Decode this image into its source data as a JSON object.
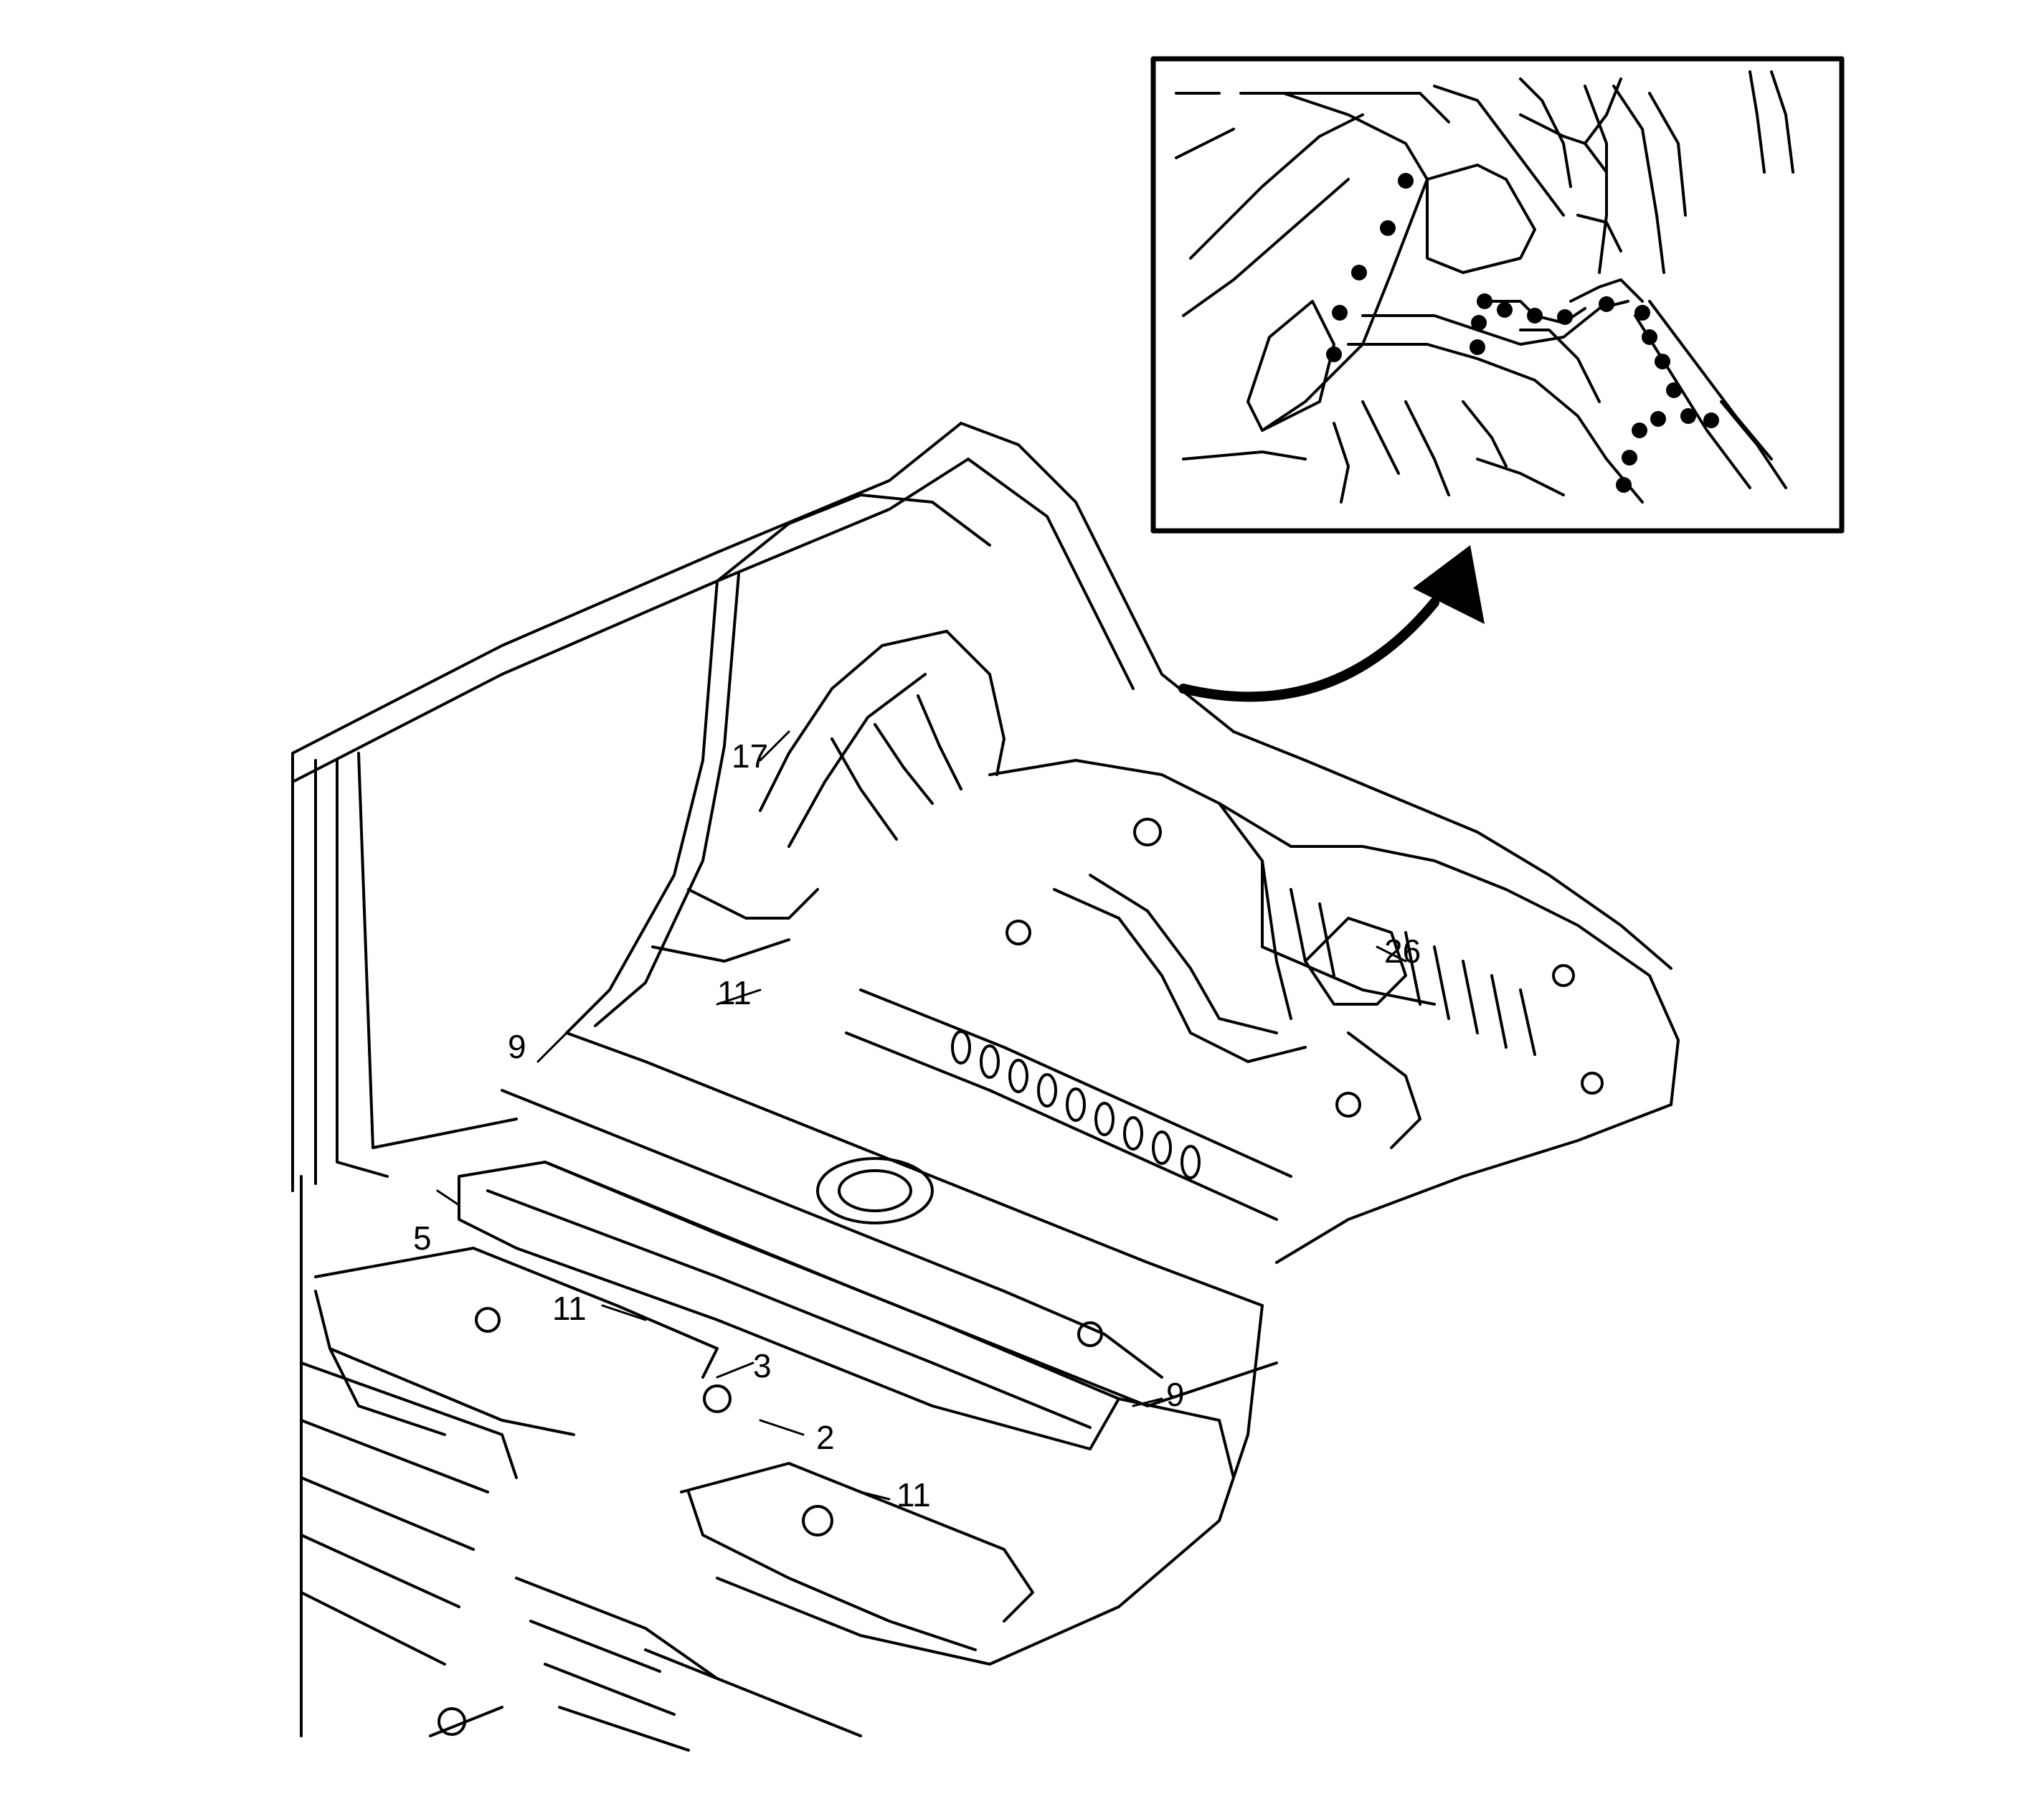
{
  "diagram": {
    "callouts": [
      {
        "id": "c17",
        "label": "17"
      },
      {
        "id": "c11a",
        "label": "11"
      },
      {
        "id": "c9a",
        "label": "9"
      },
      {
        "id": "c5",
        "label": "5"
      },
      {
        "id": "c11b",
        "label": "11"
      },
      {
        "id": "c3",
        "label": "3"
      },
      {
        "id": "c2",
        "label": "2"
      },
      {
        "id": "c11c",
        "label": "11"
      },
      {
        "id": "c9b",
        "label": "9"
      },
      {
        "id": "c26",
        "label": "26"
      }
    ],
    "detail_inset": {
      "weld_point_count": 22
    },
    "icons": [
      "detail-arrow-icon"
    ],
    "colors": {
      "line": "#000000",
      "background": "#ffffff"
    }
  }
}
